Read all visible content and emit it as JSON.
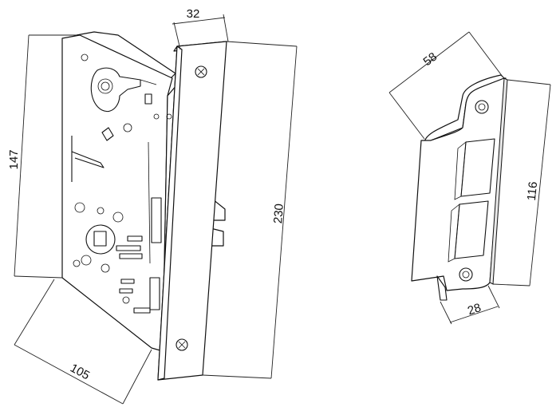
{
  "drawing": {
    "dimensions": {
      "mortise_height": "147",
      "mortise_depth": "105",
      "faceplate_width": "32",
      "faceplate_height": "230",
      "strike_depth": "58",
      "strike_height": "116",
      "strike_width": "28"
    }
  }
}
